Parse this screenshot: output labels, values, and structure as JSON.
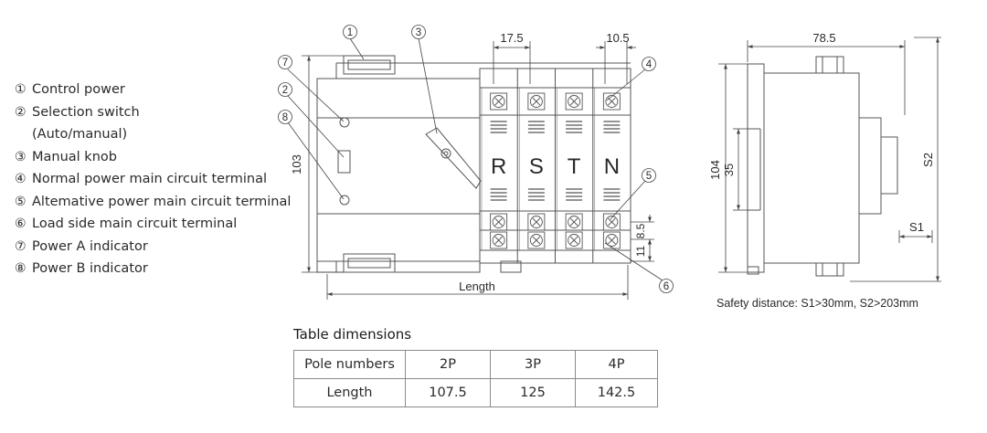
{
  "legend": {
    "items": [
      {
        "num": "①",
        "text": "Control power"
      },
      {
        "num": "②",
        "text": "Selection switch"
      },
      {
        "num": "",
        "text": "(Auto/manual)"
      },
      {
        "num": "③",
        "text": "Manual knob"
      },
      {
        "num": "④",
        "text": "Normal power main circuit terminal"
      },
      {
        "num": "⑤",
        "text": "Altemative power main circuit terminal"
      },
      {
        "num": "⑥",
        "text": "Load side main circuit terminal"
      },
      {
        "num": "⑦",
        "text": "Power A indicator"
      },
      {
        "num": "⑧",
        "text": "Power B indicator"
      }
    ]
  },
  "front_view": {
    "callouts": [
      "1",
      "2",
      "3",
      "4",
      "5",
      "6",
      "7",
      "8"
    ],
    "poles": [
      "R",
      "S",
      "T",
      "N"
    ],
    "dims": {
      "pitch": "17.5",
      "terminal_width": "10.5",
      "height": "103",
      "row_spacing": "8.5",
      "bottom_offset": "11",
      "length": "Length"
    }
  },
  "side_view": {
    "dims": {
      "depth": "78.5",
      "height": "104",
      "rail": "35",
      "s1": "S1",
      "s2": "S2"
    },
    "safety_note": "Safety distance: S1>30mm, S2>203mm"
  },
  "table": {
    "title": "Table dimensions",
    "rows": [
      [
        "Pole numbers",
        "2P",
        "3P",
        "4P"
      ],
      [
        "Length",
        "107.5",
        "125",
        "142.5"
      ]
    ]
  },
  "colors": {
    "line": "#555555",
    "background": "#ffffff"
  }
}
